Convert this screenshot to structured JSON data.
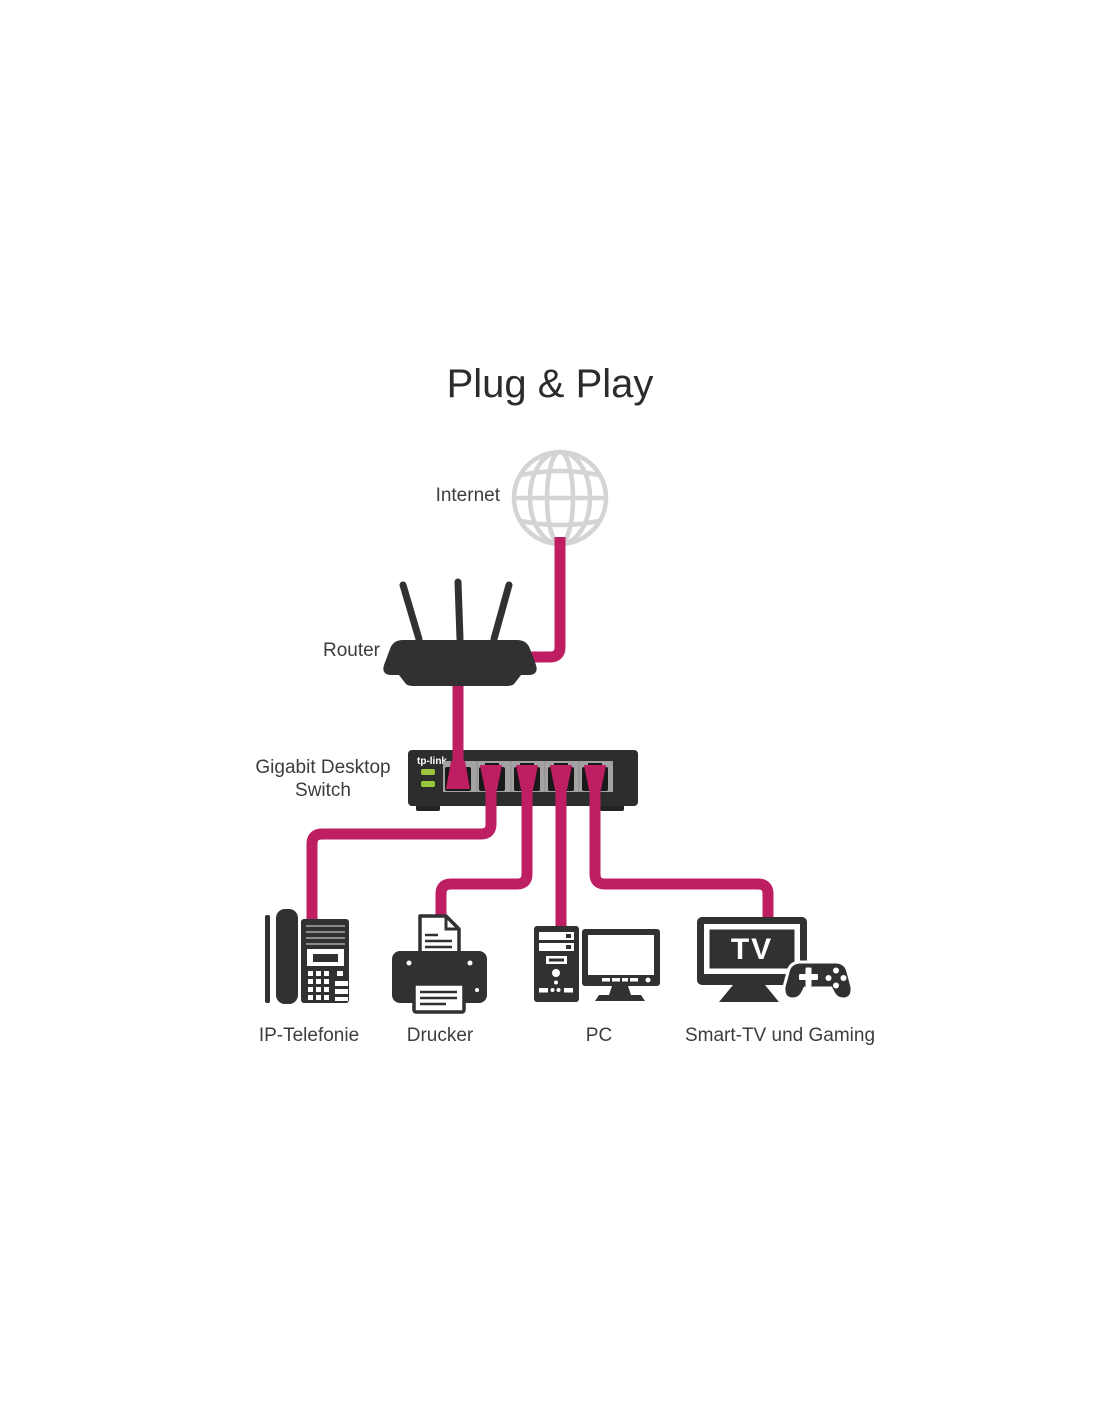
{
  "title": "Plug & Play",
  "internet": {
    "label": "Internet"
  },
  "router": {
    "label": "Router"
  },
  "switch": {
    "label": "Gigabit Desktop Switch",
    "brand": "tp-link",
    "port_count": 5,
    "led_count": 2
  },
  "devices": [
    {
      "id": "ip-phone",
      "label": "IP-Telefonie"
    },
    {
      "id": "printer",
      "label": "Drucker"
    },
    {
      "id": "pc",
      "label": "PC"
    },
    {
      "id": "smart-tv-gaming",
      "label": "Smart-TV und Gaming"
    }
  ],
  "tv_screen_text": "TV",
  "connections": [
    {
      "from": "Internet",
      "to": "Router"
    },
    {
      "from": "Router",
      "to": "Switch port 1"
    },
    {
      "from": "Switch port 2",
      "to": "IP-Telefonie"
    },
    {
      "from": "Switch port 3",
      "to": "Drucker"
    },
    {
      "from": "Switch port 4",
      "to": "PC"
    },
    {
      "from": "Switch port 5",
      "to": "Smart-TV und Gaming"
    }
  ],
  "colors": {
    "cable": "#be1e62",
    "icon": "#313131",
    "globe_stroke": "#d4d4d4",
    "led": "#9bc53d",
    "switch_body": "#2d2d2d",
    "port_plate": "#a3a3a3",
    "port_jack": "#191919",
    "text": "#3d3d3d"
  }
}
